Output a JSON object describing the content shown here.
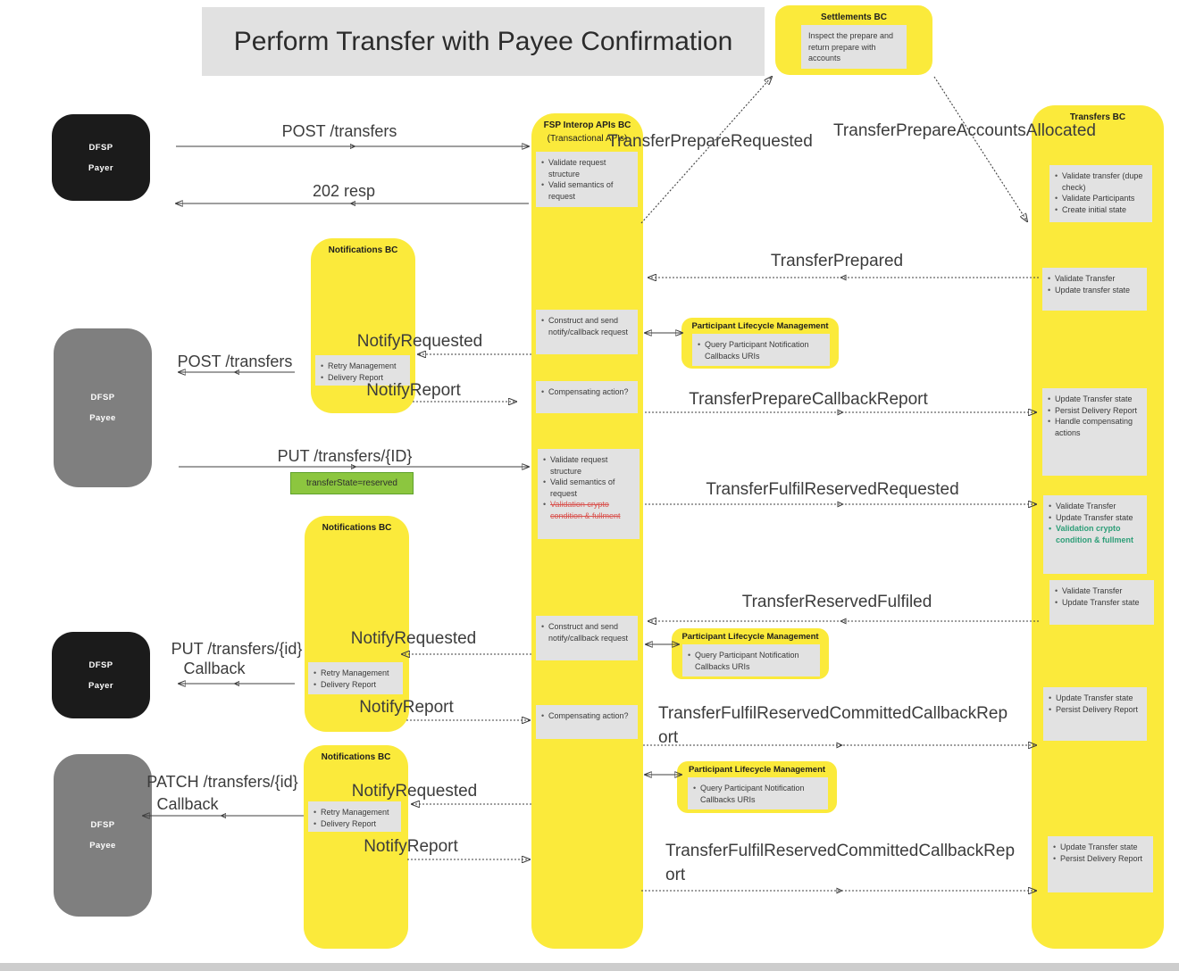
{
  "title": "Perform Transfer with Payee Confirmation",
  "actors": {
    "payer": {
      "org": "DFSP",
      "role": "Payer"
    },
    "payee": {
      "org": "DFSP",
      "role": "Payee"
    }
  },
  "settlements": {
    "title": "Settlements BC",
    "note": "Inspect the prepare and return prepare with accounts"
  },
  "lanes": {
    "interop": {
      "title": "FSP Interop APIs BC",
      "subtitle": "(Transactional APIs)"
    },
    "transfers": {
      "title": "Transfers BC"
    },
    "notifications": {
      "title": "Notifications BC"
    }
  },
  "plm": {
    "title": "Participant Lifecycle Management",
    "item": "Query Participant Notification Callbacks URIs"
  },
  "steps": {
    "validate_request": [
      "Validate request structure",
      "Valid semantics of request"
    ],
    "crypto_validation": "Validation crypto condition & fullment",
    "construct_notify": [
      "Construct and send notify/callback request"
    ],
    "compensating": [
      "Compensating action?"
    ],
    "notif_ops": [
      "Retry Management",
      "Delivery Report"
    ],
    "create_transfer": [
      "Validate transfer (dupe check)",
      "Validate Participants",
      "Create initial state"
    ],
    "validate_update_lower": [
      "Validate Transfer",
      "Update transfer state"
    ],
    "validate_update": [
      "Validate Transfer",
      "Update Transfer state"
    ],
    "update_persist_handle": [
      "Update Transfer state",
      "Persist Delivery Report",
      "Handle compensating actions"
    ],
    "update_persist": [
      "Update Transfer state",
      "Persist Delivery Report"
    ]
  },
  "messages": {
    "post_transfers": "POST /transfers",
    "resp_202": "202 resp",
    "put_transfers_id": "PUT /transfers/{ID}",
    "put_transfers_id_lc": "PUT /transfers/{id}",
    "patch_transfers_id": "PATCH /transfers/{id}",
    "callback": "Callback",
    "transfer_state": "transferState=reserved",
    "prepare_requested": "TransferPrepareRequested",
    "prepare_accounts_allocated": "TransferPrepareAccountsAllocated",
    "prepared": "TransferPrepared",
    "notify_requested": "NotifyRequested",
    "notify_report": "NotifyReport",
    "prepare_callback_report": "TransferPrepareCallbackReport",
    "fulfil_reserved_requested": "TransferFulfilReservedRequested",
    "reserved_fulfiled": "TransferReservedFulfiled",
    "fulfil_committed_callback_report": "TransferFulfilReservedCommittedCallbackReport"
  },
  "colors": {
    "lane_yellow": "#FBEA3B",
    "note_gray": "#E2E2E2",
    "title_gray": "#E1E1E1",
    "payer_black": "#1b1b1b",
    "payee_gray": "#7f7f7f",
    "green_box": "#8CC63F",
    "highlight_text": "#2E9E78",
    "struck_text": "#D9534F"
  }
}
